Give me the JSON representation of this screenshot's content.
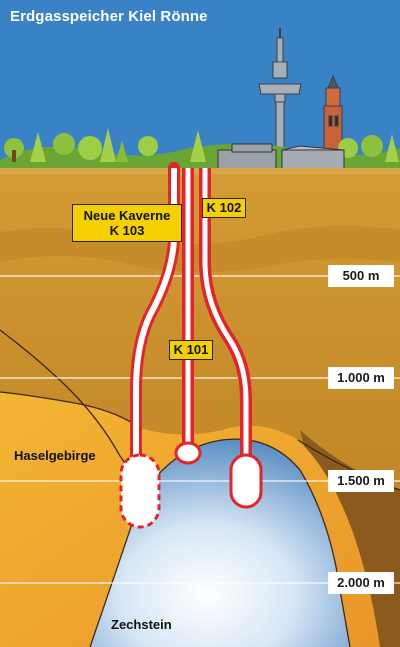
{
  "title": "Erdgasspeicher Kiel Rönne",
  "depth_markers": [
    "500 m",
    "1.000 m",
    "1.500 m",
    "2.000 m"
  ],
  "caverns": [
    {
      "label_line1": "Neue Kaverne",
      "label_line2": "K 103"
    },
    {
      "label": "K 102"
    },
    {
      "label": "K 101"
    }
  ],
  "layers": {
    "salt": "Haselgebirge",
    "base": "Zechstein"
  },
  "colors": {
    "sky": "#3a82c6",
    "soil": "#c98d2c",
    "salt": "#f0a524",
    "pipe": "#e4242a",
    "label": "#f4d000"
  }
}
